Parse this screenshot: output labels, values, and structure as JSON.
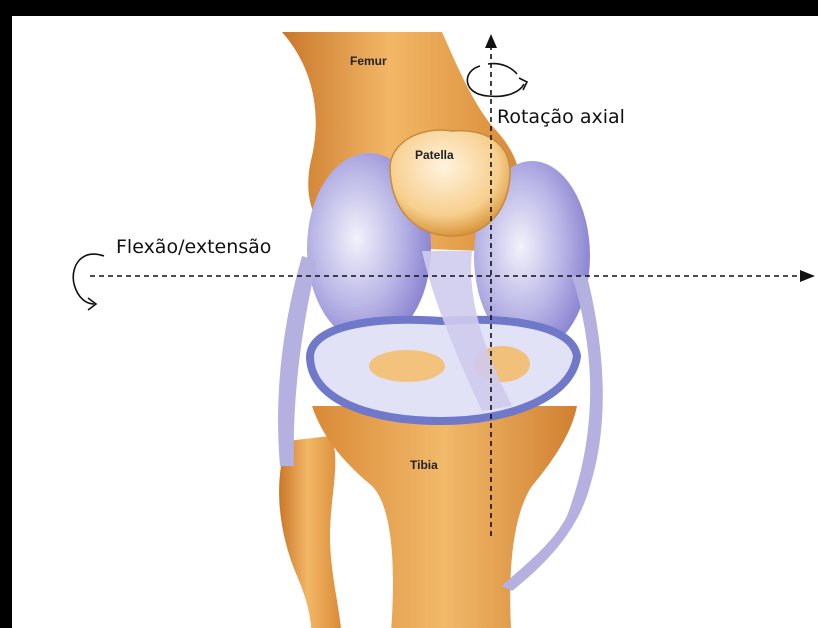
{
  "labels": {
    "femur": "Femur",
    "patella": "Patella",
    "tibia": "Tibia",
    "axial_rotation": "Rotação axial",
    "flexion_extension": "Flexão/extensão"
  },
  "colors": {
    "bone": "#e69a3c",
    "bone_light": "#f3c37e",
    "cartilage": "#a9a4e0",
    "cartilage_light": "#e6e6f8",
    "meniscus": "#6f78c9",
    "ligament": "#c9c4e8",
    "axis": "#111111",
    "frame": "#000000"
  },
  "icons": [
    "rotation-arrow-icon"
  ]
}
